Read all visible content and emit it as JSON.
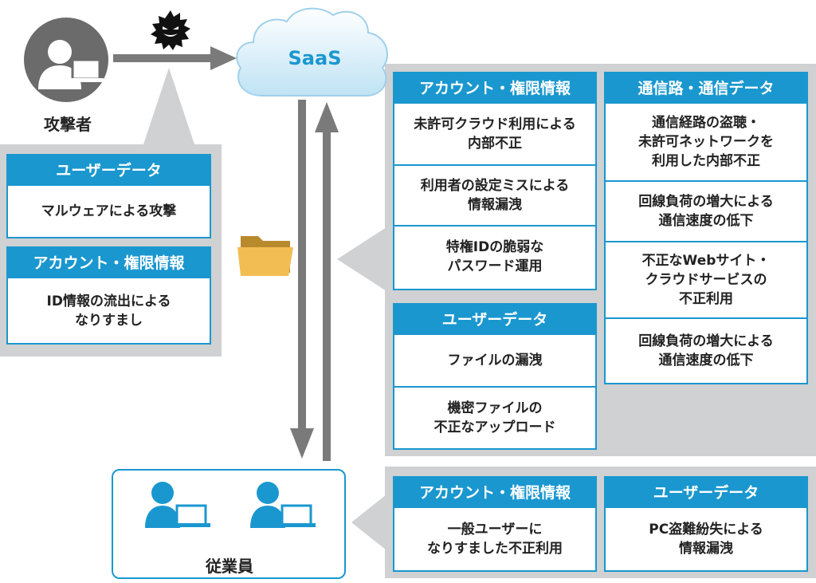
{
  "cloud": {
    "label": "SaaS"
  },
  "attacker": {
    "label": "攻撃者"
  },
  "employees": {
    "label": "従業員"
  },
  "attacker_panel": {
    "user_data": {
      "header": "ユーザーデータ",
      "items": [
        "マルウェアによる攻撃"
      ]
    },
    "account": {
      "header": "アカウント・権限情報",
      "items": [
        "ID情報の流出による\nなりすまし"
      ]
    }
  },
  "saas_panel": {
    "account": {
      "header": "アカウント・権限情報",
      "items": [
        "未許可クラウド利用による\n内部不正",
        "利用者の設定ミスによる\n情報漏洩",
        "特権IDの脆弱な\nパスワード運用"
      ]
    },
    "user_data": {
      "header": "ユーザーデータ",
      "items": [
        "ファイルの漏洩",
        "機密ファイルの\n不正なアップロード"
      ]
    },
    "network": {
      "header": "通信路・通信データ",
      "items": [
        "通信経路の盗聴・\n未許可ネットワークを\n利用した内部不正",
        "回線負荷の増大による\n通信速度の低下",
        "不正なWebサイト・\nクラウドサービスの\n不正利用",
        "回線負荷の増大による\n通信速度の低下"
      ]
    }
  },
  "employee_panel": {
    "account": {
      "header": "アカウント・権限情報",
      "items": [
        "一般ユーザーに\nなりすました不正利用"
      ]
    },
    "user_data": {
      "header": "ユーザーデータ",
      "items": [
        "PC盗難紛失による\n情報漏洩"
      ]
    }
  },
  "colors": {
    "accent": "#1a97cf",
    "panel": "#cfd1d2",
    "arrow": "#7a7a7a",
    "icon_gray": "#6b6b6b"
  },
  "icons": [
    "attacker-icon",
    "malware-icon",
    "cloud-icon",
    "folder-icon",
    "employee-icon"
  ]
}
